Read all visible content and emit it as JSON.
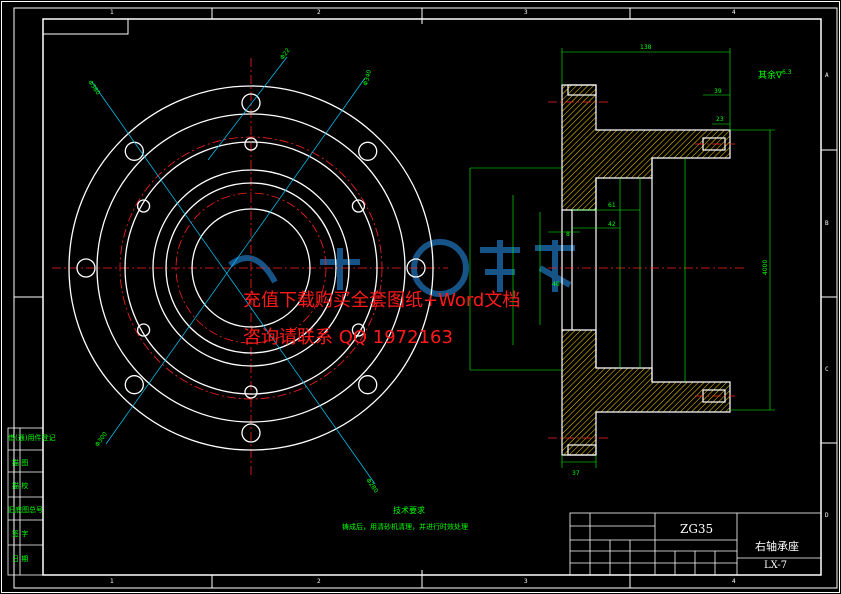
{
  "colors": {
    "background": "#000000",
    "outline": "#ffffff",
    "dimension": "#00ff00",
    "leader": "#00ccff",
    "centerline": "#ff2020",
    "hatch": "#ffd400",
    "watermark_text": "#ff1a1a",
    "watermark_logo": "#1e6fb4"
  },
  "zones": {
    "top": [
      "1",
      "2",
      "3",
      "4"
    ],
    "bottom": [
      "1",
      "2",
      "3",
      "4"
    ],
    "right": [
      "A",
      "B",
      "C",
      "D"
    ]
  },
  "watermark": {
    "line1": "充值下载购买全套图纸+Word文档",
    "line2": "咨询请联系 QQ 1972163"
  },
  "roughness_note": "其余",
  "roughness_value": "6.3",
  "technical_requirements": {
    "title": "技术要求",
    "text": "铸成后，用清砂机清理，并进行时效处理"
  },
  "title_block": {
    "material": "ZG35",
    "part_name": "右轴承座",
    "drawing_no": "LX-7"
  },
  "side_labels": [
    "借(通)用件登记",
    "描 图",
    "描 校",
    "旧底图总号",
    "签 字",
    "日 期"
  ],
  "dimensions": {
    "overall_width": "138",
    "d1": "39",
    "d2": "23",
    "d3": "61",
    "d4": "42",
    "d5": "40",
    "d6": "8",
    "bottom": "37",
    "height": "4000"
  }
}
